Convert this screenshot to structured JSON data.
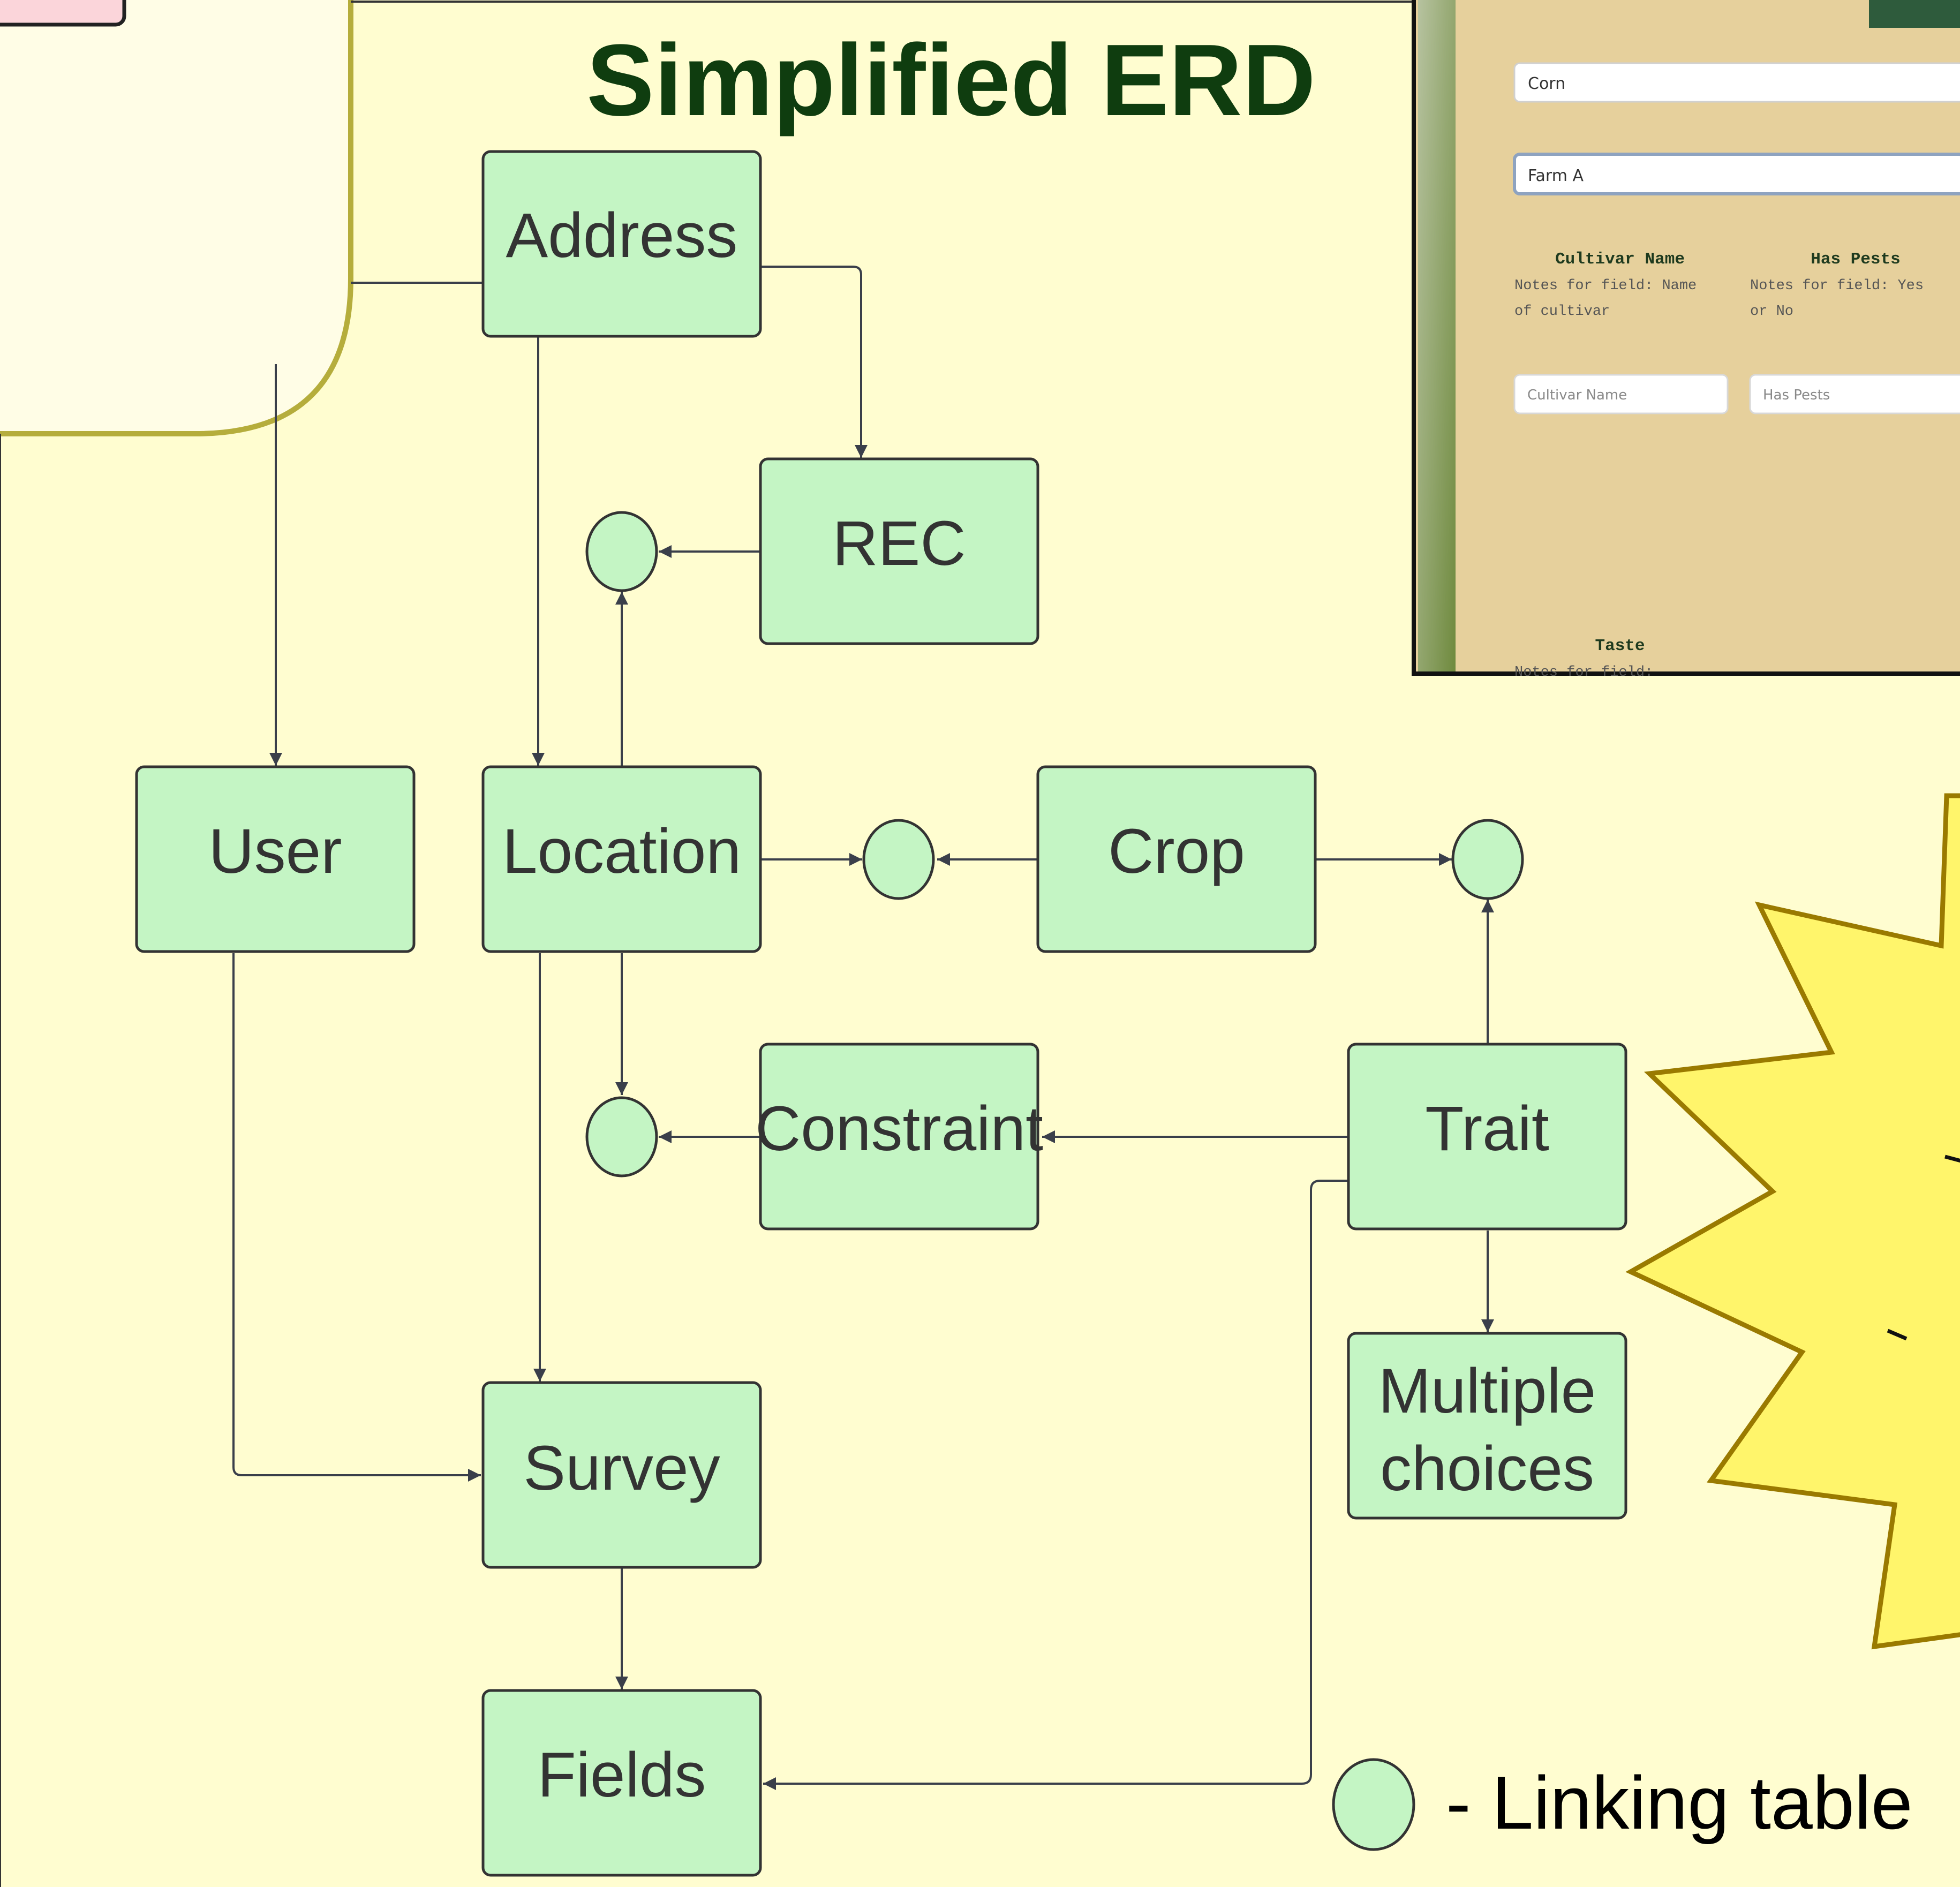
{
  "diagram": {
    "title": "Simplified ERD",
    "entities": {
      "address": "Address",
      "rec": "REC",
      "user": "User",
      "location": "Location",
      "crop": "Crop",
      "constraint": "Constraint",
      "trait": "Trait",
      "multiple_choices_line1": "Multiple",
      "multiple_choices_line2": "choices",
      "survey": "Survey",
      "fields": "Fields"
    },
    "legend": {
      "linking_table_label": "- Linking table"
    },
    "colors": {
      "background": "#FFFDD0",
      "entity_fill": "#C4F5C4",
      "entity_stroke": "#333333",
      "title": "#0F3D0F",
      "starburst": "#FFF56B",
      "starburst_stroke": "#9A7A00"
    }
  },
  "screenshot_inset": {
    "inputs": {
      "crop_value": "Corn",
      "farm_value": "Farm A",
      "cultivar_placeholder": "Cultivar Name",
      "pests_placeholder": "Has Pests"
    },
    "fields": {
      "cultivar_title": "Cultivar Name",
      "cultivar_note_1": "Notes for field: Name",
      "cultivar_note_2": "of cultivar",
      "pests_title": "Has Pests",
      "pests_note_1": "Notes for field: Yes",
      "pests_note_2": "or No",
      "taste_title": "Taste",
      "taste_note": "Notes for field:"
    }
  }
}
